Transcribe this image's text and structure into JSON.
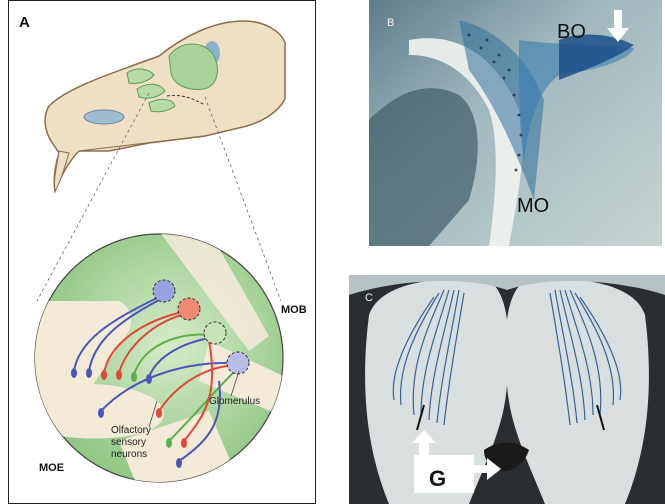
{
  "panel_a": {
    "letter": "A",
    "mob_label": "MOB",
    "moe_label": "MOE",
    "glomerulus_label": "Glomerulus",
    "neurons_label_line1": "Olfactory",
    "neurons_label_line2": "sensory",
    "neurons_label_line3": "neurons"
  },
  "panel_b": {
    "letter": "B",
    "bo_label": "BO",
    "mo_label": "MO"
  },
  "panel_c": {
    "letter": "C",
    "g_label": "G"
  },
  "colors": {
    "bone": "#efe0c4",
    "outline": "#8a6d4a",
    "green": "#a8d29a",
    "dark_green": "#5a9d57",
    "blue_neuron": "#4a56b8",
    "red_neuron": "#e0483a",
    "green_neuron": "#5eae4e"
  }
}
